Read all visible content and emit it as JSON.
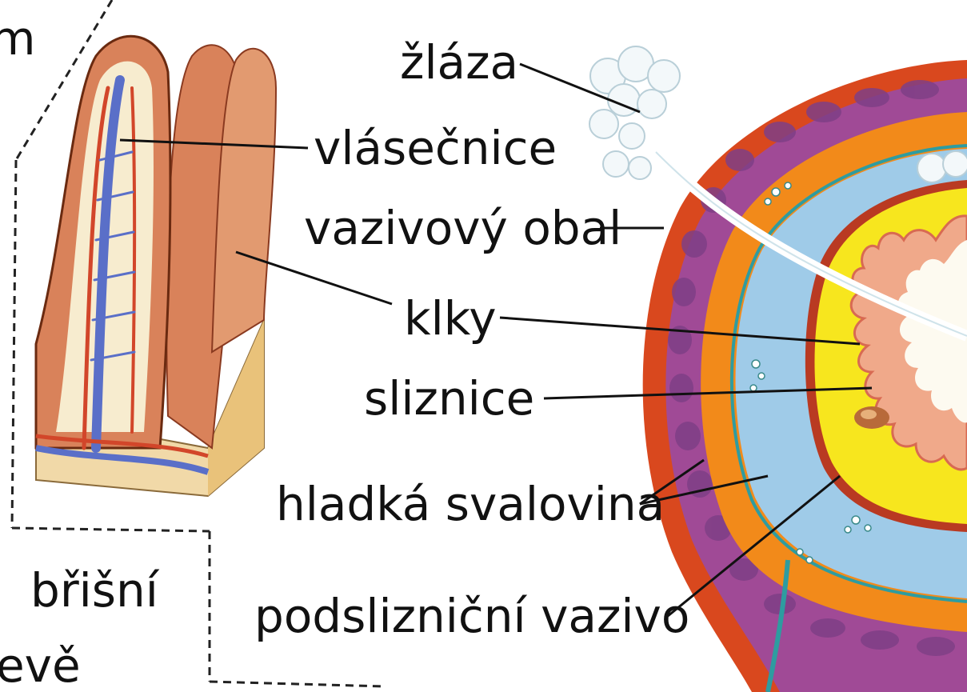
{
  "labels": {
    "top_left_fragment": "m",
    "zlaza": "žláza",
    "vlasecnice": "vlásečnice",
    "vazivovy_obal": "vazivový obal",
    "klky": "klky",
    "sliznice": "sliznice",
    "hladka_svalovina": "hladká svalovina",
    "podslizn_vazivo": "podslizniční vazivo",
    "bottom_left_line1": "břišní",
    "bottom_left_line2": "evě"
  },
  "colors": {
    "outer_coat": "#d9481e",
    "muscle_purple": "#a04a96",
    "muscle_cells": "#7f3f86",
    "orange_layer": "#f28a1a",
    "submucosa_blue": "#9fcbe8",
    "mucosa_yellow": "#f7e61e",
    "villi_pink": "#f0a98a",
    "villus_brown": "#d9825a",
    "vein_blue": "#5a6fc8",
    "artery_red": "#d2462a",
    "base_tan": "#f1d9a8"
  }
}
